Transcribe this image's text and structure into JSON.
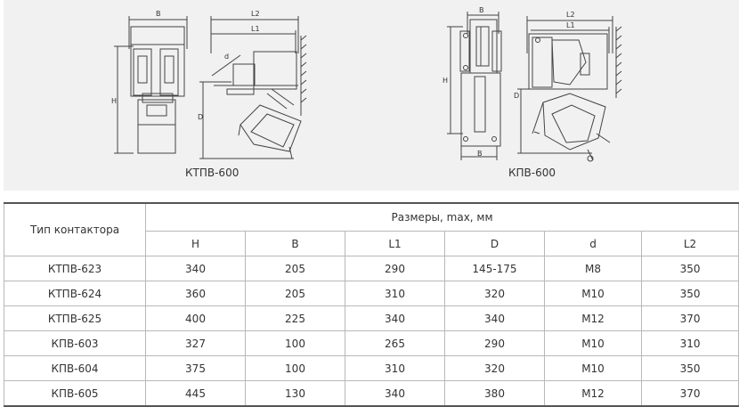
{
  "figures": [
    {
      "caption": "КТПВ-600",
      "dim_labels": {
        "B": "B",
        "L2": "L2",
        "L1": "L1",
        "H": "H",
        "D": "D",
        "d": "d"
      }
    },
    {
      "caption": "КПВ-600",
      "dim_labels": {
        "B_top": "B",
        "L2": "L2",
        "L1": "L1",
        "H": "H",
        "D": "D",
        "B_bottom": "B"
      }
    }
  ],
  "table": {
    "type_header": "Тип контактора",
    "group_header": "Размеры, max, мм",
    "columns": [
      "H",
      "B",
      "L1",
      "D",
      "d",
      "L2"
    ],
    "rows": [
      {
        "type": "КТПВ-623",
        "values": [
          "340",
          "205",
          "290",
          "145-175",
          "М8",
          "350"
        ]
      },
      {
        "type": "КТПВ-624",
        "values": [
          "360",
          "205",
          "310",
          "320",
          "М10",
          "350"
        ]
      },
      {
        "type": "КТПВ-625",
        "values": [
          "400",
          "225",
          "340",
          "340",
          "М12",
          "370"
        ]
      },
      {
        "type": "КПВ-603",
        "values": [
          "327",
          "100",
          "265",
          "290",
          "М10",
          "310"
        ]
      },
      {
        "type": "КПВ-604",
        "values": [
          "375",
          "100",
          "310",
          "320",
          "М10",
          "350"
        ]
      },
      {
        "type": "КПВ-605",
        "values": [
          "445",
          "130",
          "340",
          "380",
          "М12",
          "370"
        ]
      }
    ]
  }
}
